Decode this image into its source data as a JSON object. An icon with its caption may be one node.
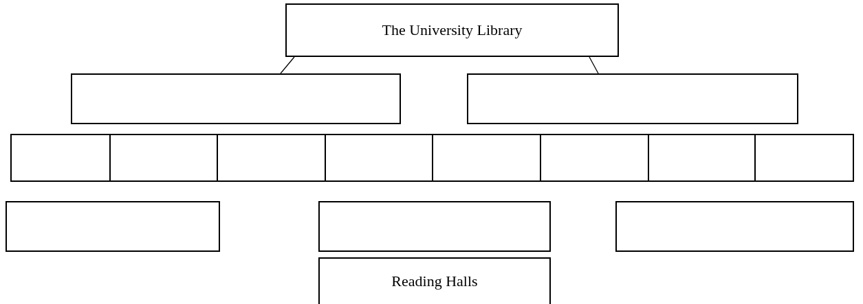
{
  "diagram": {
    "nodes": [
      {
        "text": [
          "The University Library"
        ]
      },
      {
        "text": [],
        "shape": "box"
      },
      {
        "text": [],
        "shape": "box"
      },
      {
        "text": [],
        "shape": "box"
      },
      {
        "text": [],
        "shape": "box"
      },
      {
        "text": [],
        "shape": "box"
      },
      {
        "text": [],
        "shape": "box"
      },
      {
        "text": [],
        "shape": "box"
      },
      {
        "text": [],
        "shape": "box"
      },
      {
        "text": [],
        "shape": "box"
      },
      {
        "text": [],
        "shape": "box"
      },
      {
        "text": [],
        "shape": "box"
      },
      {
        "text": [],
        "shape": "box"
      },
      {
        "text": [],
        "shape": "box"
      },
      {
        "text": [
          "Reading Halls"
        ]
      }
    ],
    "edges": [
      {
        "from": 0,
        "to": 1,
        "arrow": "none"
      },
      {
        "from": 0,
        "to": 2,
        "arrow": "none"
      }
    ]
  }
}
